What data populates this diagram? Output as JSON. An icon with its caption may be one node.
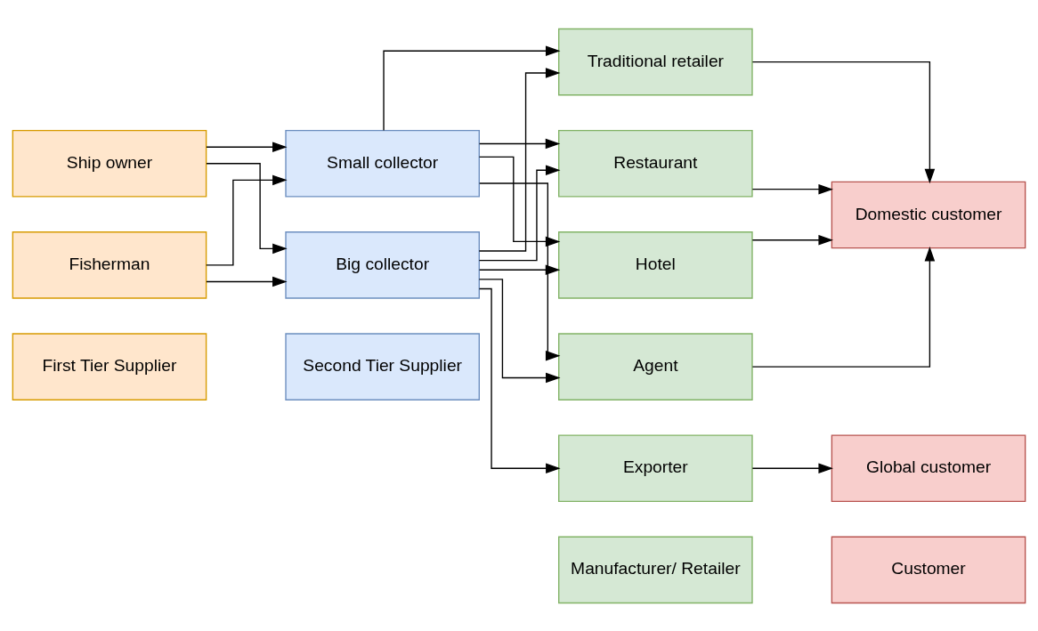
{
  "diagram": {
    "nodes": [
      {
        "text": [
          "First Tier Supplier"
        ]
      },
      {
        "text": [
          "Second Tier Supplier"
        ]
      },
      {
        "text": [
          "Manufacturer/ Retailer"
        ]
      },
      {
        "text": [
          "Customer"
        ]
      },
      {
        "text": [
          "Ship owner"
        ]
      },
      {
        "text": [
          "Small collector"
        ]
      },
      {
        "text": [
          "Traditional retailer"
        ]
      },
      {
        "text": [
          "Domestic customer"
        ]
      },
      {
        "text": [
          "Fisherman"
        ]
      },
      {
        "text": [
          "Big collector"
        ]
      },
      {
        "text": [
          "Restaurant"
        ]
      },
      {
        "text": [
          "Hotel"
        ]
      },
      {
        "text": [
          "Agent"
        ]
      },
      {
        "text": [
          "Exporter"
        ]
      },
      {
        "text": [
          "Global customer"
        ]
      }
    ],
    "edges": [
      {
        "from": 4,
        "to": 5,
        "arrow": "to"
      },
      {
        "from": 4,
        "to": 9,
        "arrow": "to"
      },
      {
        "from": 8,
        "to": 5,
        "arrow": "to"
      },
      {
        "from": 8,
        "to": 9,
        "arrow": "to"
      },
      {
        "from": 5,
        "to": 6,
        "arrow": "to"
      },
      {
        "from": 5,
        "to": 10,
        "arrow": "to"
      },
      {
        "from": 5,
        "to": 11,
        "arrow": "to"
      },
      {
        "from": 5,
        "to": 12,
        "arrow": "to"
      },
      {
        "from": 9,
        "to": 6,
        "arrow": "to"
      },
      {
        "from": 9,
        "to": 10,
        "arrow": "to"
      },
      {
        "from": 9,
        "to": 11,
        "arrow": "to"
      },
      {
        "from": 9,
        "to": 12,
        "arrow": "to"
      },
      {
        "from": 9,
        "to": 13,
        "arrow": "to"
      },
      {
        "from": 6,
        "to": 7,
        "arrow": "to"
      },
      {
        "from": 10,
        "to": 7,
        "arrow": "to"
      },
      {
        "from": 11,
        "to": 7,
        "arrow": "to"
      },
      {
        "from": 12,
        "to": 7,
        "arrow": "to"
      },
      {
        "from": 13,
        "to": 14,
        "arrow": "to"
      }
    ]
  }
}
